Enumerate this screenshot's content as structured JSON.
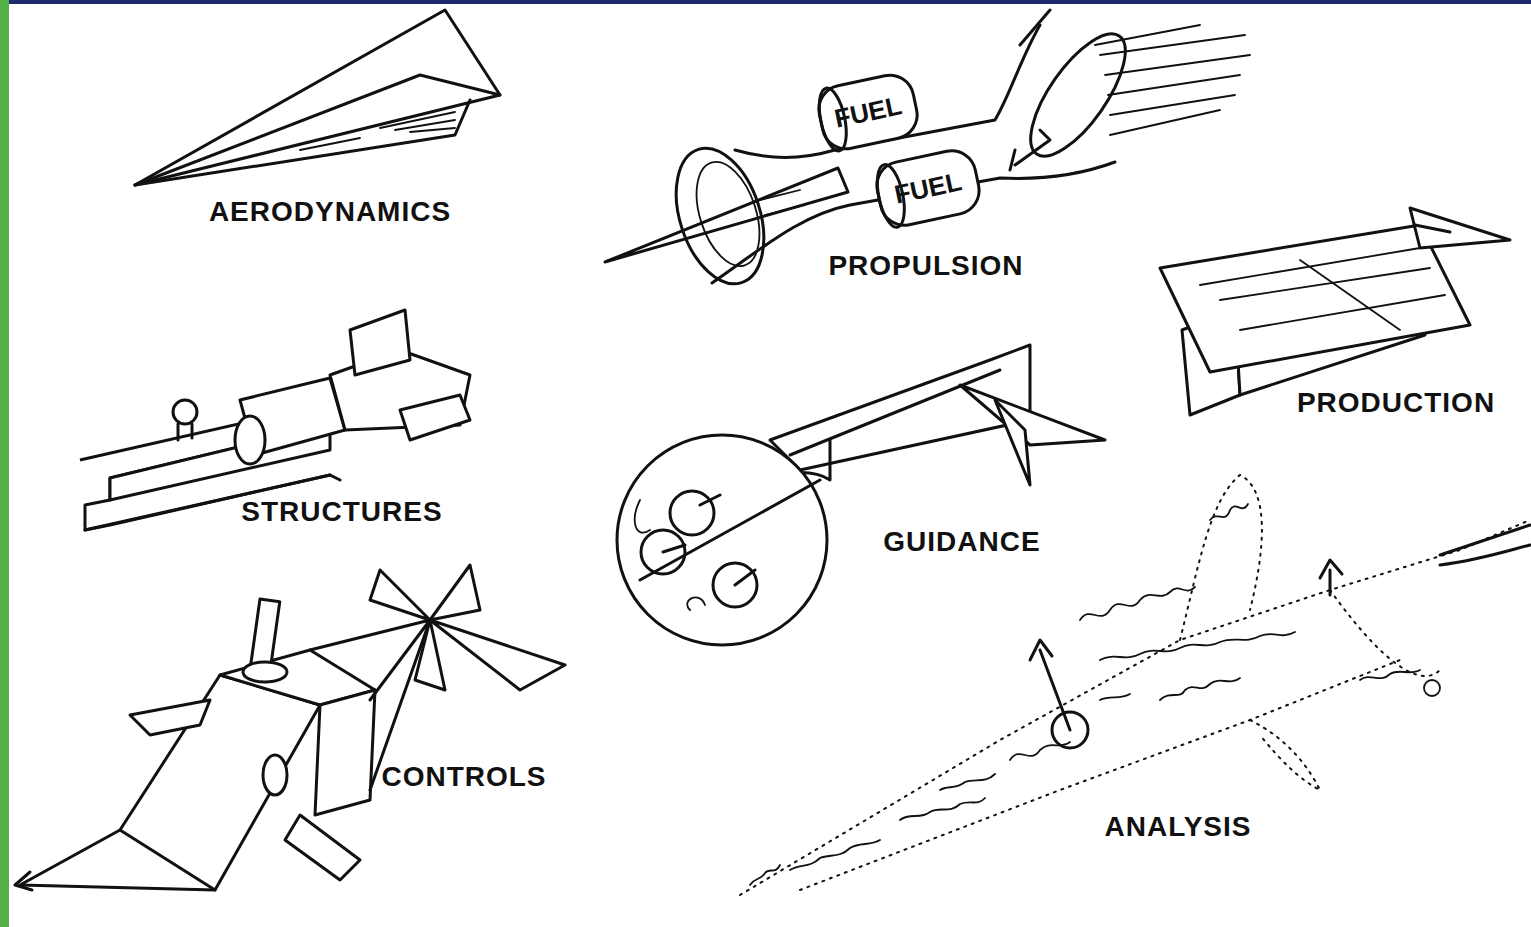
{
  "diagram": {
    "labels": [
      "FUEL",
      "FUEL",
      "AERODYNAMICS",
      "PROPULSION",
      "PRODUCTION",
      "STRUCTURES",
      "GUIDANCE",
      "CONTROLS",
      "ANALYSIS"
    ]
  }
}
